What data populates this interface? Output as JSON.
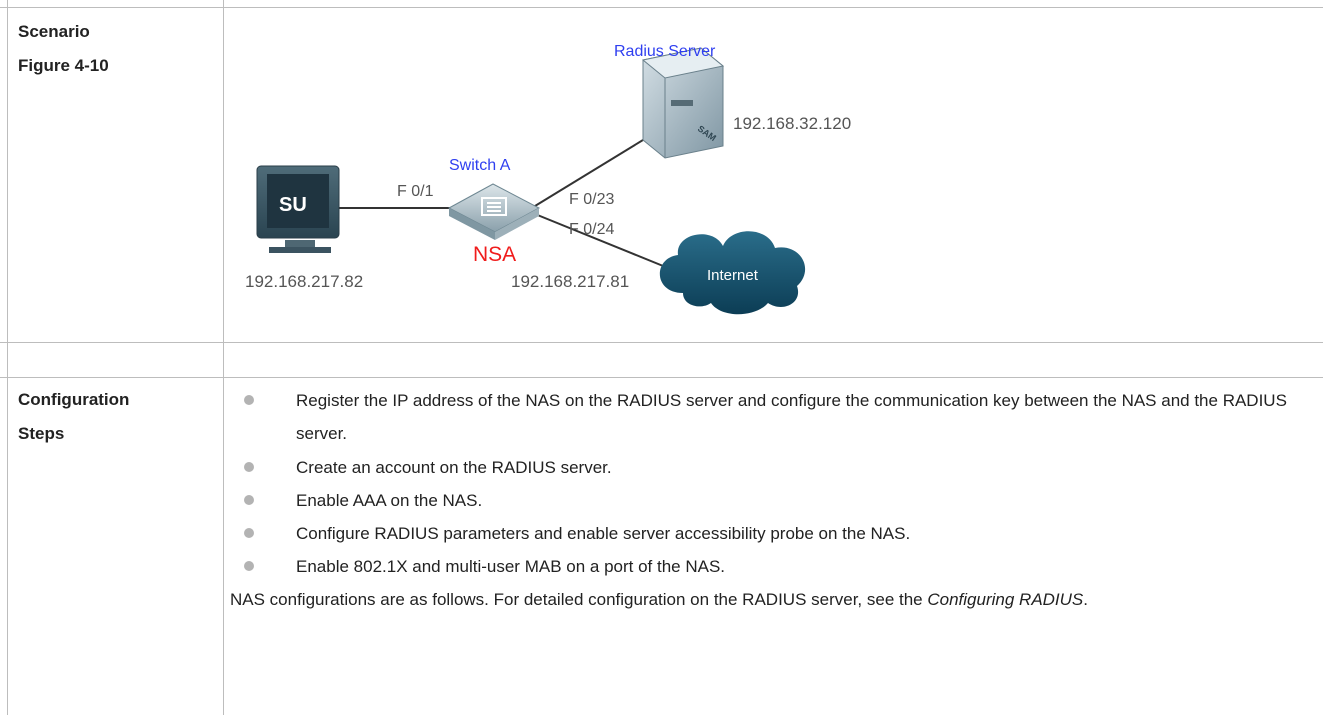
{
  "scenario": {
    "label_scenario": "Scenario",
    "label_figure": "Figure 4-10",
    "diagram": {
      "radius_label": "Radius Server",
      "radius_ip": "192.168.32.120",
      "switch_label": "Switch A",
      "nsa_label": "NSA",
      "port_f01": "F 0/1",
      "port_f023": "F 0/23",
      "port_f024": "F 0/24",
      "pc_label": "SU",
      "pc_ip": "192.168.217.82",
      "switch_ip": "192.168.217.81",
      "internet_label": "Internet",
      "server_badge": "SAM",
      "colors": {
        "blue_label": "#2f3ff0",
        "red_label": "#f01c1c"
      }
    }
  },
  "config": {
    "label_line1": "Configuration",
    "label_line2": "Steps",
    "steps": [
      "Register the IP address of the NAS on the RADIUS server and configure the communication key between the NAS and the RADIUS server.",
      "Create an account on the RADIUS server.",
      "Enable AAA on the NAS.",
      "Configure RADIUS parameters and enable server accessibility probe on the NAS.",
      "Enable 802.1X and multi-user MAB on a port of the NAS."
    ],
    "note_prefix": "NAS configurations are as follows. For detailed configuration on the RADIUS server, see the",
    "note_italic": "Configuring RADIUS",
    "note_suffix": "."
  }
}
